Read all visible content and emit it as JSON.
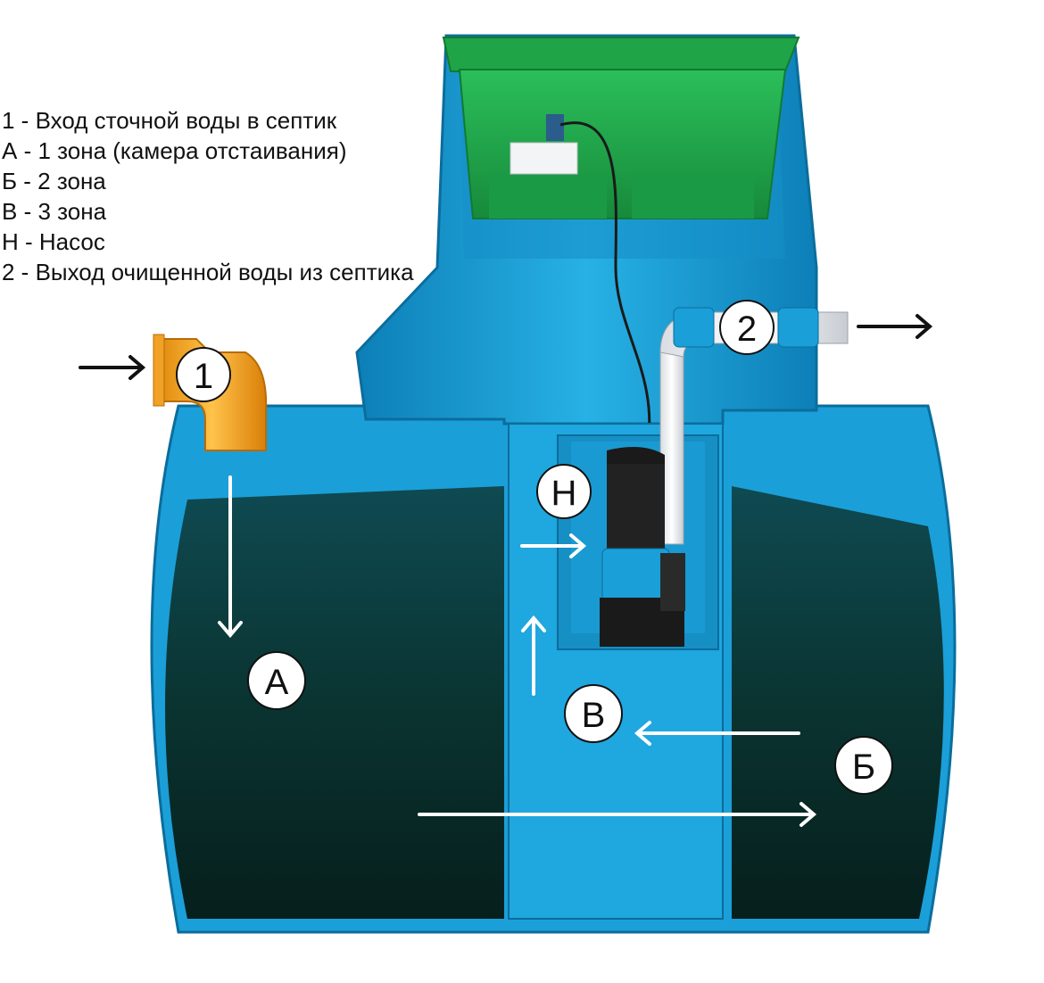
{
  "legend": {
    "items": [
      "1 - Вход сточной воды в септик",
      "А - 1 зона (камера отстаивания)",
      "Б - 2 зона",
      "В - 3 зона",
      "Н - Насос",
      "2 - Выход очищенной воды из септика"
    ]
  },
  "markers": {
    "inlet": "1",
    "outlet": "2",
    "zone_a": "А",
    "zone_b": "Б",
    "zone_v": "В",
    "pump": "Н"
  },
  "colors": {
    "tank_blue": "#1a9fd6",
    "tank_dark": "#0d6f9c",
    "lid_green": "#1fa448",
    "water_dark": "#0b2f2c",
    "inlet_orange": "#f5a21b",
    "arrow_white": "#ffffff",
    "arrow_black": "#111111"
  },
  "icons": {
    "pump": "submersible-pump-icon",
    "float_switch": "float-switch-icon",
    "control_box": "control-box-icon"
  }
}
